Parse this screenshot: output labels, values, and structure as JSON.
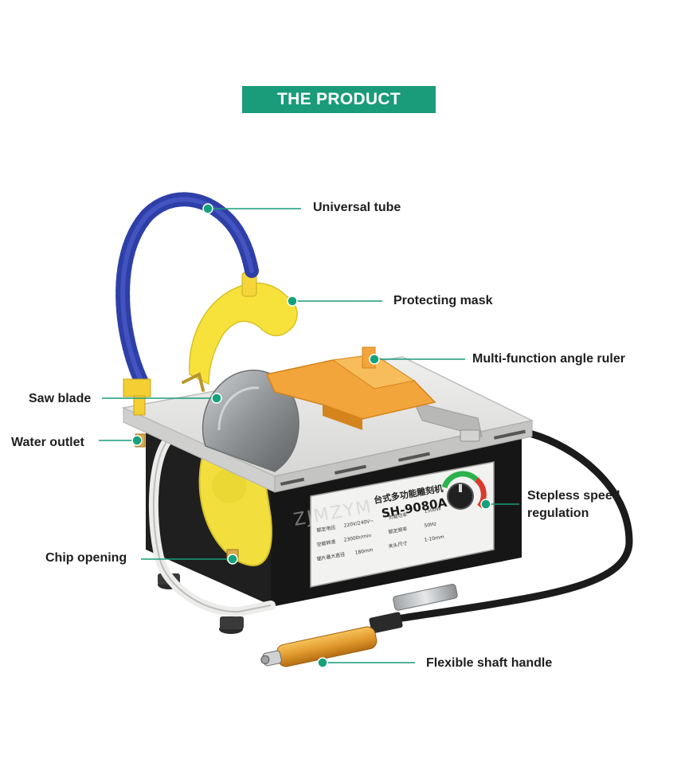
{
  "banner": {
    "title": "THE PRODUCT"
  },
  "callouts": {
    "universal_tube": "Universal tube",
    "protecting_mask": "Protecting mask",
    "angle_ruler": "Multi-function angle ruler",
    "saw_blade": "Saw blade",
    "water_outlet": "Water outlet",
    "speed_regulation_line1": "Stepless speed",
    "speed_regulation_line2": "regulation",
    "chip_opening": "Chip opening",
    "shaft_handle": "Flexible shaft handle"
  },
  "nameplate": {
    "title_cn": "台式多功能雕刻机",
    "model": "SH-9080A",
    "rows": [
      [
        "额定电压",
        "220V/240V~",
        "负载功率",
        "1500W"
      ],
      [
        "空载转速",
        "23000r/min",
        "额定频率",
        "50Hz"
      ],
      [
        "锯片最大直径",
        "180mm",
        "夹头尺寸",
        "1-10mm"
      ]
    ],
    "watermark": "ZJMZYM"
  },
  "colors": {
    "banner": "#1a9b79",
    "leader_line": "#1a9b79",
    "dot": "#14a27c",
    "tube_blue": "#2f3fa8",
    "mask_yellow": "#f7e23c",
    "ruler_orange": "#f2a53a",
    "body_black": "#1c1c1c",
    "table_gray": "#e7e7e5",
    "handle_gold": "#e29b2e"
  }
}
